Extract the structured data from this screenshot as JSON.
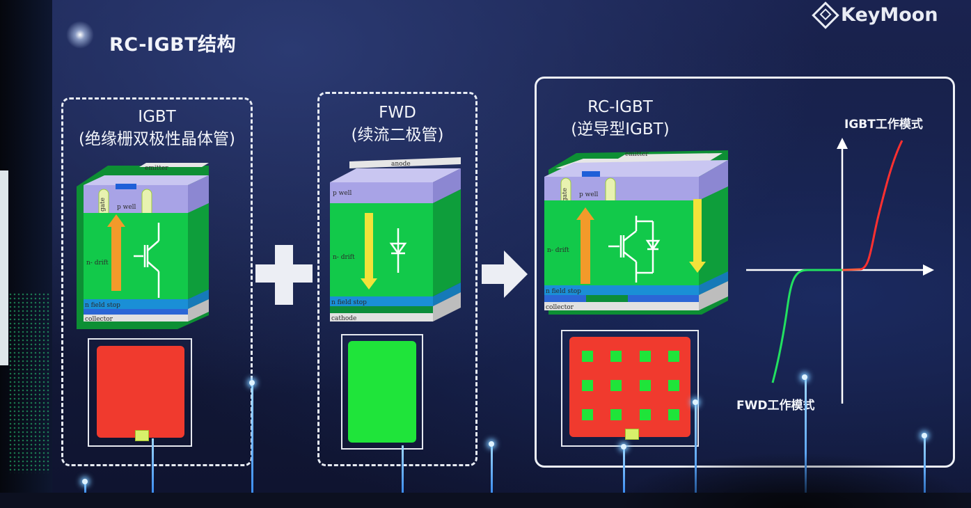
{
  "slide": {
    "title": "RC-IGBT结构",
    "logo_text": "KeyMoon",
    "logo_icon": "diamond-logo-icon"
  },
  "panels": [
    {
      "title": "IGBT",
      "subtitle": "(绝缘栅双极性晶体管)"
    },
    {
      "title": "FWD",
      "subtitle": "(续流二极管)"
    },
    {
      "title": "RC-IGBT",
      "subtitle": "(逆导型IGBT)"
    }
  ],
  "operators": {
    "plus": "plus-icon",
    "arrow": "right-arrow-icon"
  },
  "cross_section_labels": {
    "emitter": "emitter",
    "anode": "anode",
    "gate": "gate",
    "p_well": "p well",
    "n_drift": "n- drift",
    "n_field_stop": "n field stop",
    "collector": "collector",
    "cathode": "cathode"
  },
  "iv_curve": {
    "igbt_mode": "IGBT工作模式",
    "fwd_mode": "FWD工作模式"
  },
  "colors": {
    "igbt_chip": "#f03a2e",
    "fwd_chip": "#1fe43a",
    "drift_region": "#12c94a",
    "p_well": "#a8a3e6",
    "field_stop": "#1a8fd6",
    "curve_igbt": "#ff3030",
    "curve_fwd": "#22e060"
  }
}
